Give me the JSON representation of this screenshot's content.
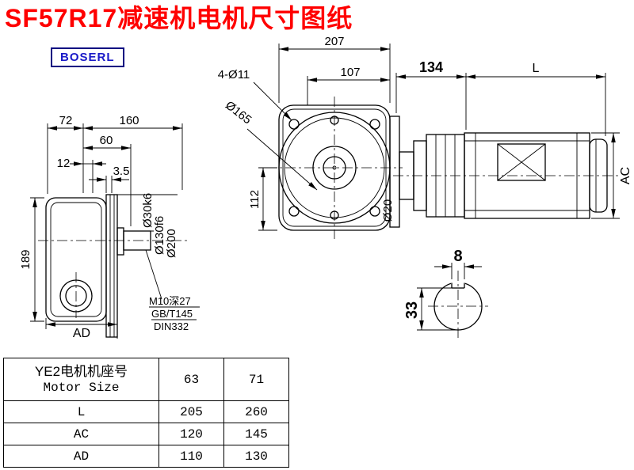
{
  "title": "SF57R17减速机电机尺寸图纸",
  "logo": "BOSERL",
  "dims": {
    "front": {
      "d207": "207",
      "d4o11": "4-Ø11",
      "d107": "107",
      "d134": "134",
      "dL": "L",
      "do165": "Ø165",
      "d112": "112",
      "do20": "Ø20",
      "dAC": "AC"
    },
    "side": {
      "d72": "72",
      "d160": "160",
      "d60": "60",
      "d12": "12",
      "d35": "3.5",
      "d189": "189",
      "dAD": "AD",
      "do30": "Ø30k6",
      "do130": "Ø130f6",
      "do200": "Ø200",
      "note1": "M10深27",
      "note2": "GB/T145",
      "note3": "DIN332"
    },
    "shaft": {
      "d8": "8",
      "d33": "33"
    }
  },
  "table": {
    "header": {
      "label_cn": "YE2电机机座号",
      "label_en": "Motor Size",
      "col1": "63",
      "col2": "71"
    },
    "rows": [
      {
        "label": "L",
        "v1": "205",
        "v2": "260"
      },
      {
        "label": "AC",
        "v1": "120",
        "v2": "145"
      },
      {
        "label": "AD",
        "v1": "110",
        "v2": "130"
      }
    ]
  },
  "colors": {
    "title": "#ff0000",
    "logo_text": "#1a1ac8",
    "logo_border": "#000080",
    "line": "#000000",
    "background": "#ffffff"
  }
}
